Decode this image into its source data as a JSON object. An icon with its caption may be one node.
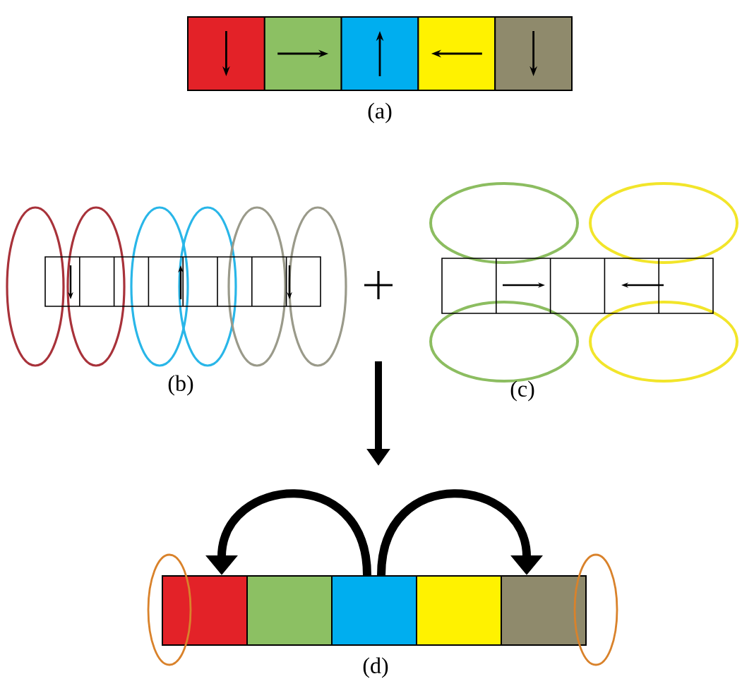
{
  "diagram": {
    "nodes": [
      {
        "text": [],
        "shape": "box"
      },
      {
        "text": [],
        "shape": "box"
      },
      {
        "text": [],
        "shape": "box"
      },
      {
        "text": [],
        "shape": "box"
      },
      {
        "text": [],
        "shape": "box"
      }
    ],
    "edges": [
      {
        "from": 2,
        "to": 0,
        "arrow": "to"
      },
      {
        "from": 2,
        "to": 4,
        "arrow": "to"
      }
    ],
    "labels": [
      "(a)",
      "(b)",
      "(c)",
      "(d)"
    ]
  }
}
